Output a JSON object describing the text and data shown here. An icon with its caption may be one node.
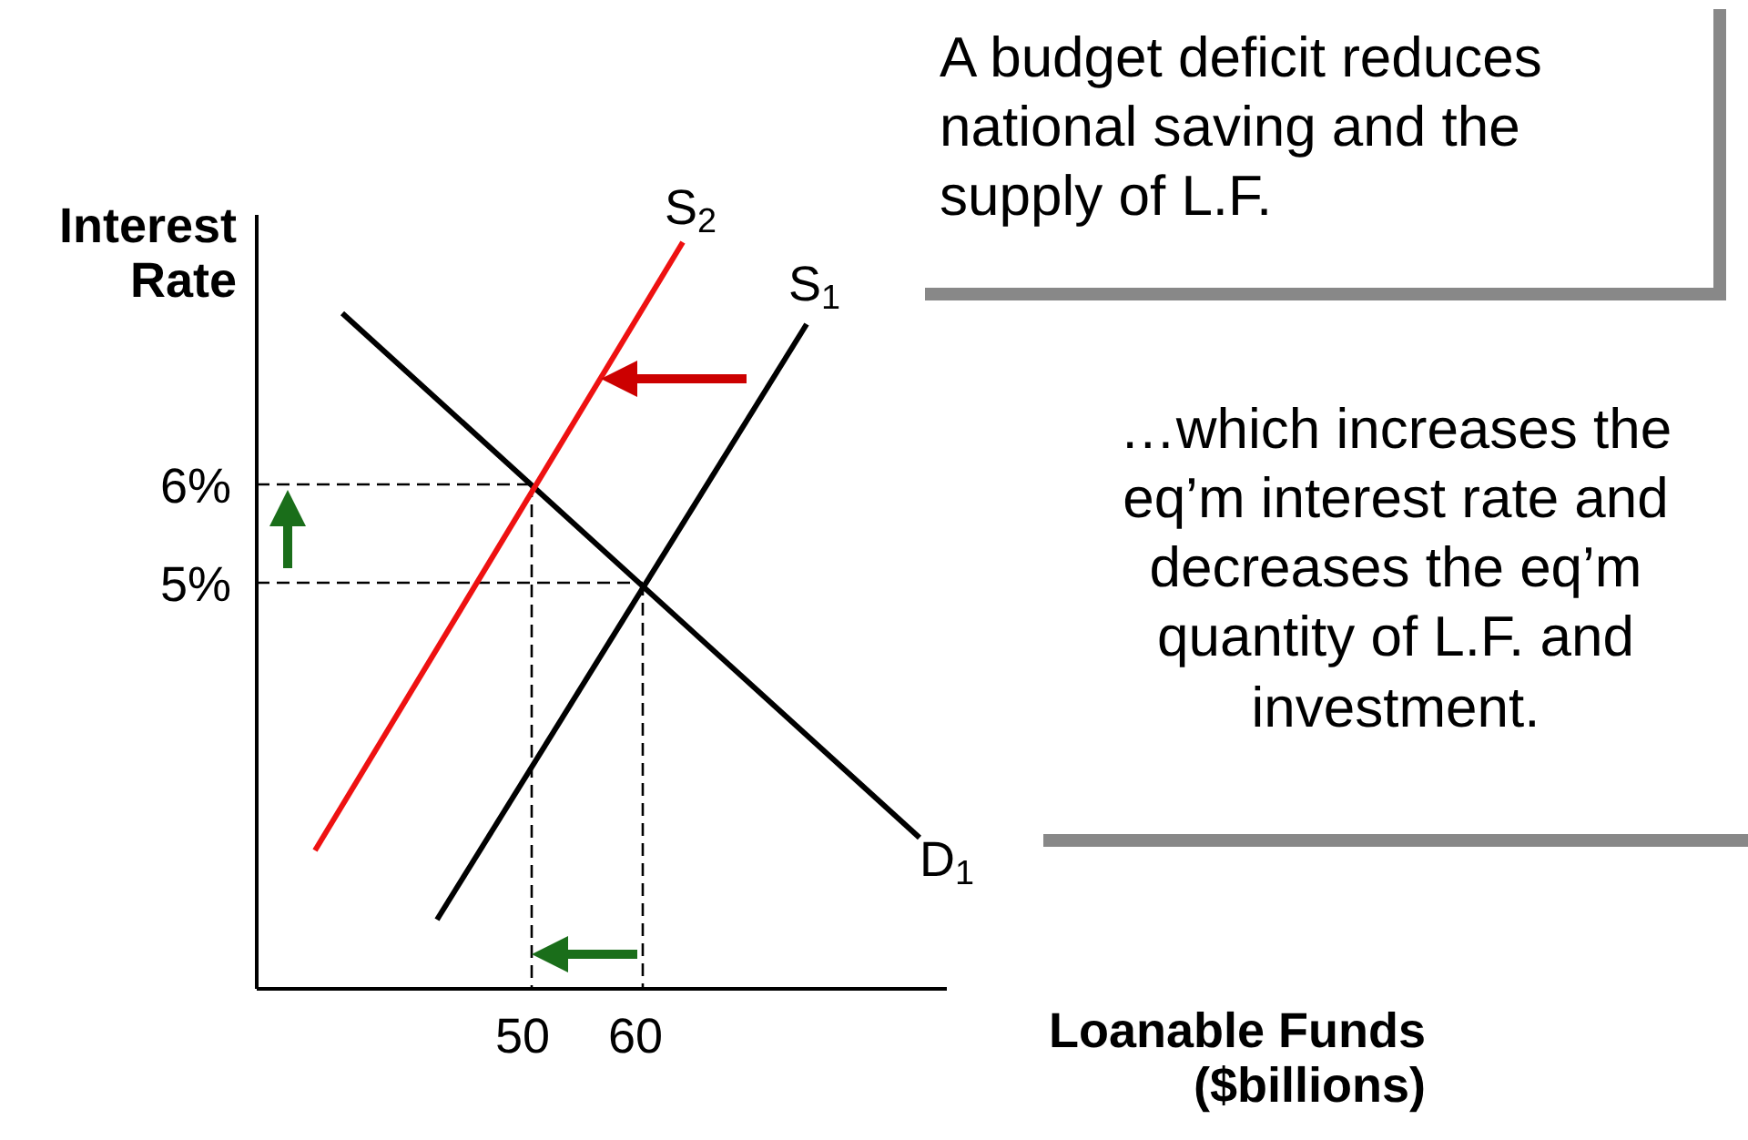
{
  "diagram": {
    "nodes": [
      {
        "text": [
          "A budget deficit reduces national saving and the supply of L.F."
        ]
      },
      {
        "text": [
          "…which increases the eq’m interest rate and decreases the eq’m quantity of L.F. and investment."
        ]
      }
    ],
    "labels": [
      "Interest Rate",
      "S$_{2}$",
      "S$_{1}$",
      "6%",
      "5%",
      "D$_{1}$",
      "50",
      "60",
      "Loanable Funds ($billions)"
    ]
  }
}
